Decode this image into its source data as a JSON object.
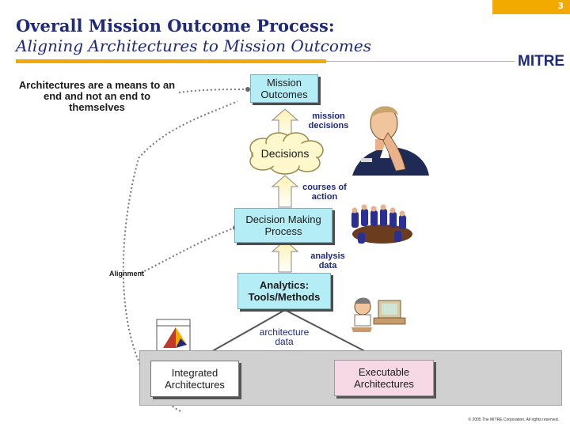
{
  "page": {
    "number": "3",
    "title": "Overall Mission Outcome Process:",
    "subtitle": "Aligning Architectures to Mission Outcomes",
    "logo": "MITRE",
    "copyright": "© 2005 The MITRE Corporation. All rights reserved."
  },
  "diagram": {
    "tagline": "Architectures are a means to an end and not an end to themselves",
    "nodes": {
      "mission_outcomes": "Mission Outcomes",
      "decisions": "Decisions",
      "decision_making_process": "Decision Making Process",
      "analytics": "Analytics: Tools/Methods",
      "integrated_architectures": "Integrated Architectures",
      "executable_architectures": "Executable Architectures"
    },
    "flow_labels": {
      "mission_decisions": "mission decisions",
      "courses_of_action": "courses of action",
      "analysis_data": "analysis data",
      "architecture_data": "architecture data"
    },
    "alignment_label": "Alignment"
  },
  "colors": {
    "accent_orange": "#f2a900",
    "title_blue": "#1f2a7a",
    "node_cyan": "#b4edf6",
    "arrow_yellow": "#fff4c2",
    "executable_pink": "#f6d9e4",
    "panel_gray": "#d0d0d0"
  }
}
